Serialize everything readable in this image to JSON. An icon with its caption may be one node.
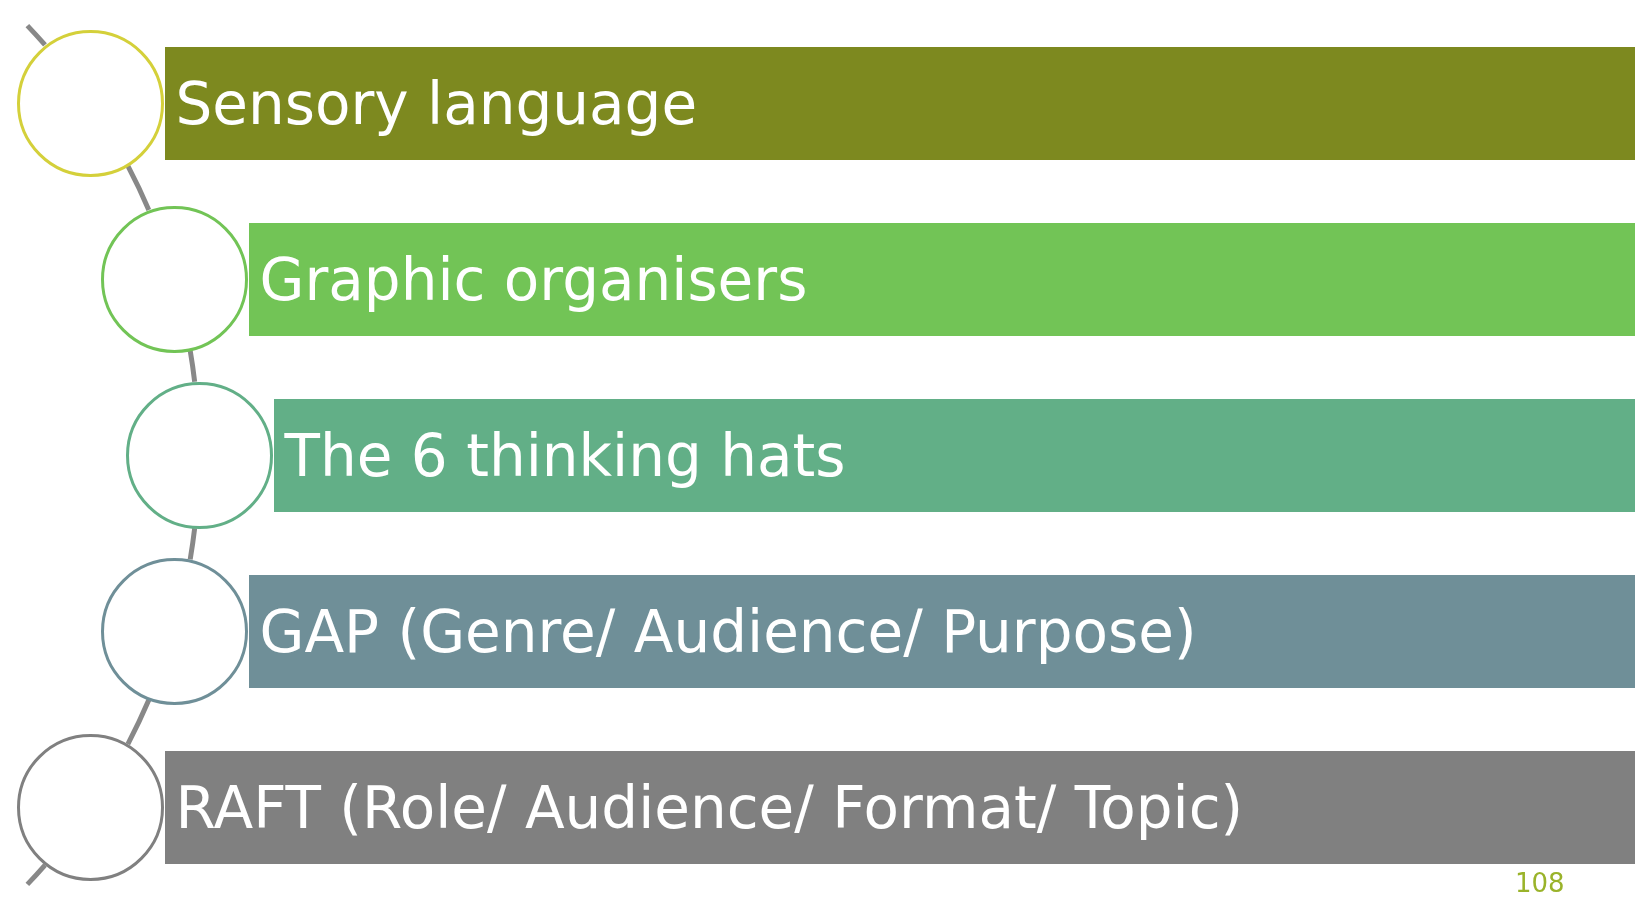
{
  "diagram": {
    "nodes": [
      {
        "text": [],
        "shape": "circle"
      },
      {
        "text": [
          "Sensory language"
        ]
      },
      {
        "text": [],
        "shape": "circle"
      },
      {
        "text": [
          "Graphic organisers"
        ]
      },
      {
        "text": [],
        "shape": "circle"
      },
      {
        "text": [
          "The 6 thinking hats"
        ]
      },
      {
        "text": [],
        "shape": "circle"
      },
      {
        "text": [
          "GAP (Genre/ Audience/ Purpose)"
        ]
      },
      {
        "text": [],
        "shape": "circle"
      },
      {
        "text": [
          "RAFT (Role/ Audience/ Format/ Topic)"
        ]
      }
    ],
    "edges": [
      {
        "from": 0,
        "to": 2,
        "arrow": "none"
      },
      {
        "from": 2,
        "to": 4,
        "arrow": "none"
      },
      {
        "from": 4,
        "to": 6,
        "arrow": "none"
      },
      {
        "from": 6,
        "to": 8,
        "arrow": "none"
      }
    ],
    "labels": [
      "108"
    ]
  }
}
